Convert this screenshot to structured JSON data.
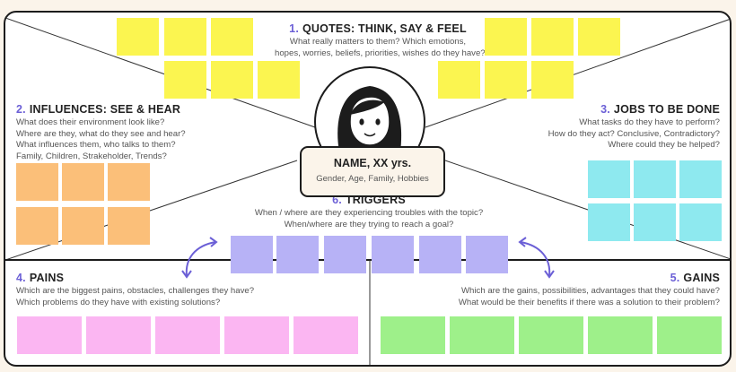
{
  "persona": {
    "name": "NAME, XX yrs.",
    "attributes": "Gender, Age, Family, Hobbies"
  },
  "sections": {
    "quotes": {
      "number": "1.",
      "title": "QUOTES: THINK, SAY & FEEL",
      "lines": [
        "What really matters to them? Which emotions,",
        "hopes, worries, beliefs, priorities, wishes do they have?"
      ]
    },
    "influences": {
      "number": "2.",
      "title": "INFLUENCES: SEE & HEAR",
      "lines": [
        "What does their environment look like?",
        "Where are they, what do they see and hear?",
        "What influences them, who talks to them?",
        "Family, Children, Strakeholder, Trends?"
      ]
    },
    "jobs": {
      "number": "3.",
      "title": "JOBS TO BE DONE",
      "lines": [
        "What tasks do they have to perform?",
        "How do they act? Conclusive, Contradictory?",
        "Where could they be helped?"
      ]
    },
    "pains": {
      "number": "4.",
      "title": "PAINS",
      "lines": [
        "Which are the biggest pains, obstacles, challenges they have?",
        "Which problems do they have with existing solutions?"
      ]
    },
    "gains": {
      "number": "5.",
      "title": "GAINS",
      "lines": [
        "Which are the gains,  possibilities, advantages that they could have?",
        "What would be their benefits if there was a solution to their problem?"
      ]
    },
    "triggers": {
      "number": "6.",
      "title": "TRIGGERS",
      "lines": [
        "When / where are they experiencing troubles with the topic?",
        "When/where are they trying to reach a goal?"
      ]
    }
  },
  "colors": {
    "yellow": "#fbf550",
    "orange": "#fbbf79",
    "cyan": "#8ee9ef",
    "lilac": "#b7b2f6",
    "pink": "#fbb6f2",
    "green": "#9ef08a",
    "accent": "#6b5fd6",
    "background": "#fbf4ea"
  }
}
